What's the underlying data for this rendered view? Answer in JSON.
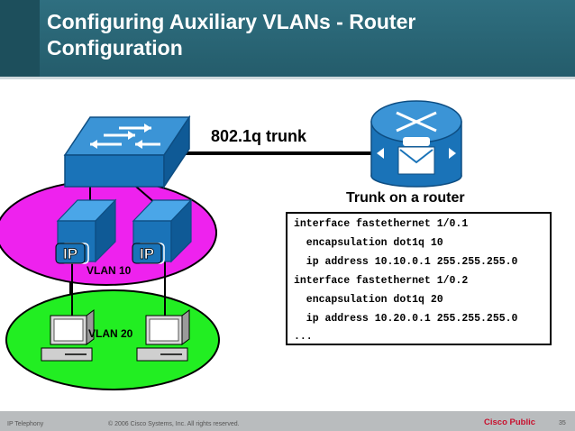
{
  "slide": {
    "title": "Configuring Auxiliary VLANs - Router Configuration",
    "trunk_label": "802.1q trunk",
    "router_title": "Trunk on a router",
    "vlan10_label": "VLAN 10",
    "vlan20_label": "VLAN 20",
    "ip_badge": "IP",
    "code_lines": [
      "interface fastethernet 1/0.1",
      "  encapsulation dot1q 10",
      "  ip address 10.10.0.1 255.255.255.0",
      "interface fastethernet 1/0.2",
      "  encapsulation dot1q 20",
      "  ip address 10.20.0.1 255.255.255.0",
      "..."
    ]
  },
  "footer": {
    "left": "IP Telephony",
    "copyright": "© 2006 Cisco Systems, Inc. All rights reserved.",
    "brand": "Cisco Public",
    "page": "35"
  },
  "colors": {
    "header": "#2f6f80",
    "vlan10": "#ee22ee",
    "vlan20": "#22ee22",
    "device_blue": "#1a73b8",
    "brand_red": "#c8102e"
  },
  "icons": [
    "switch-icon",
    "router-icon",
    "ip-phone-icon",
    "pc-icon"
  ]
}
